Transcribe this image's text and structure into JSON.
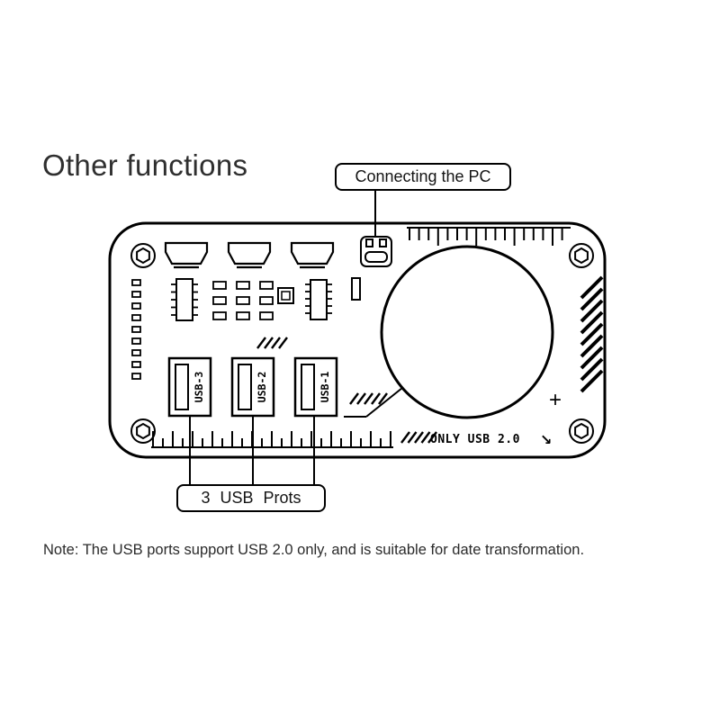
{
  "page": {
    "title": "Other functions",
    "note": "Note: The USB ports support USB 2.0 only, and is suitable for date transformation."
  },
  "callouts": {
    "connecting_pc": "Connecting the PC",
    "usb_ports": "3 USB Prots"
  },
  "board": {
    "only_usb_label": "ONLY USB 2.0",
    "plus_symbol": "+",
    "arrow_symbol": "↘",
    "ports": [
      {
        "label": "USB-3"
      },
      {
        "label": "USB-2"
      },
      {
        "label": "USB-1"
      }
    ]
  }
}
